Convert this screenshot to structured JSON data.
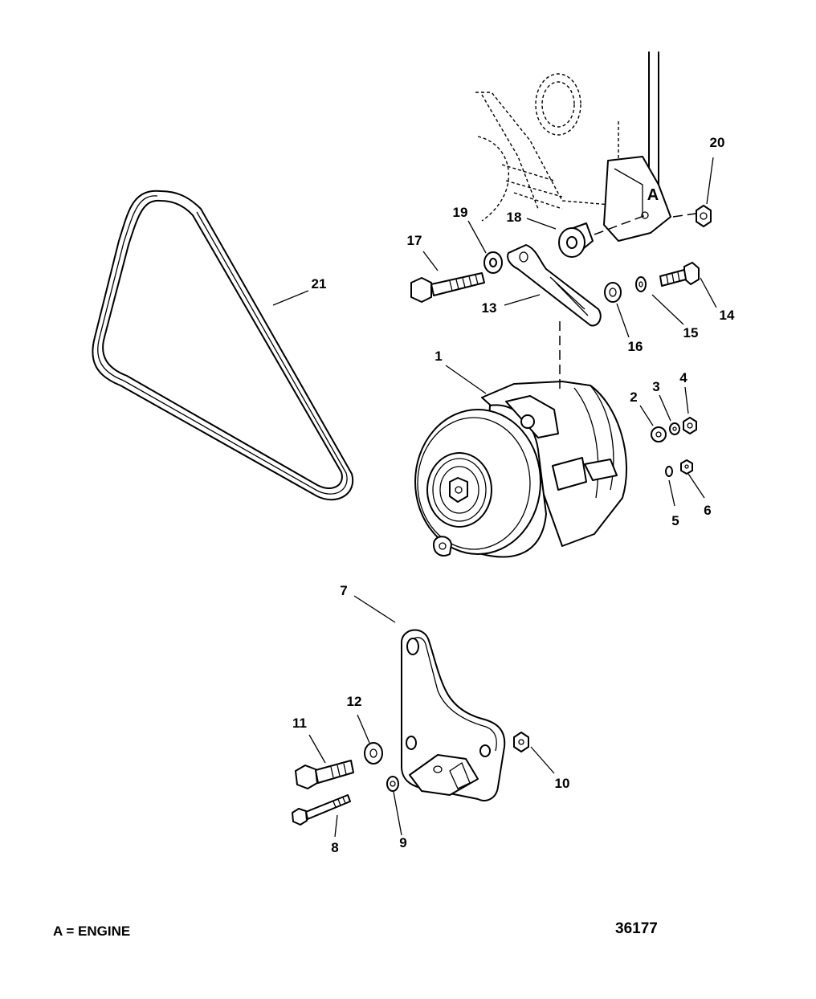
{
  "legend": "A = ENGINE",
  "figure_number": "36177",
  "engine_marker": "A",
  "callouts": [
    "1",
    "2",
    "3",
    "4",
    "5",
    "6",
    "7",
    "8",
    "9",
    "10",
    "11",
    "12",
    "13",
    "14",
    "15",
    "16",
    "17",
    "18",
    "19",
    "20",
    "21"
  ]
}
